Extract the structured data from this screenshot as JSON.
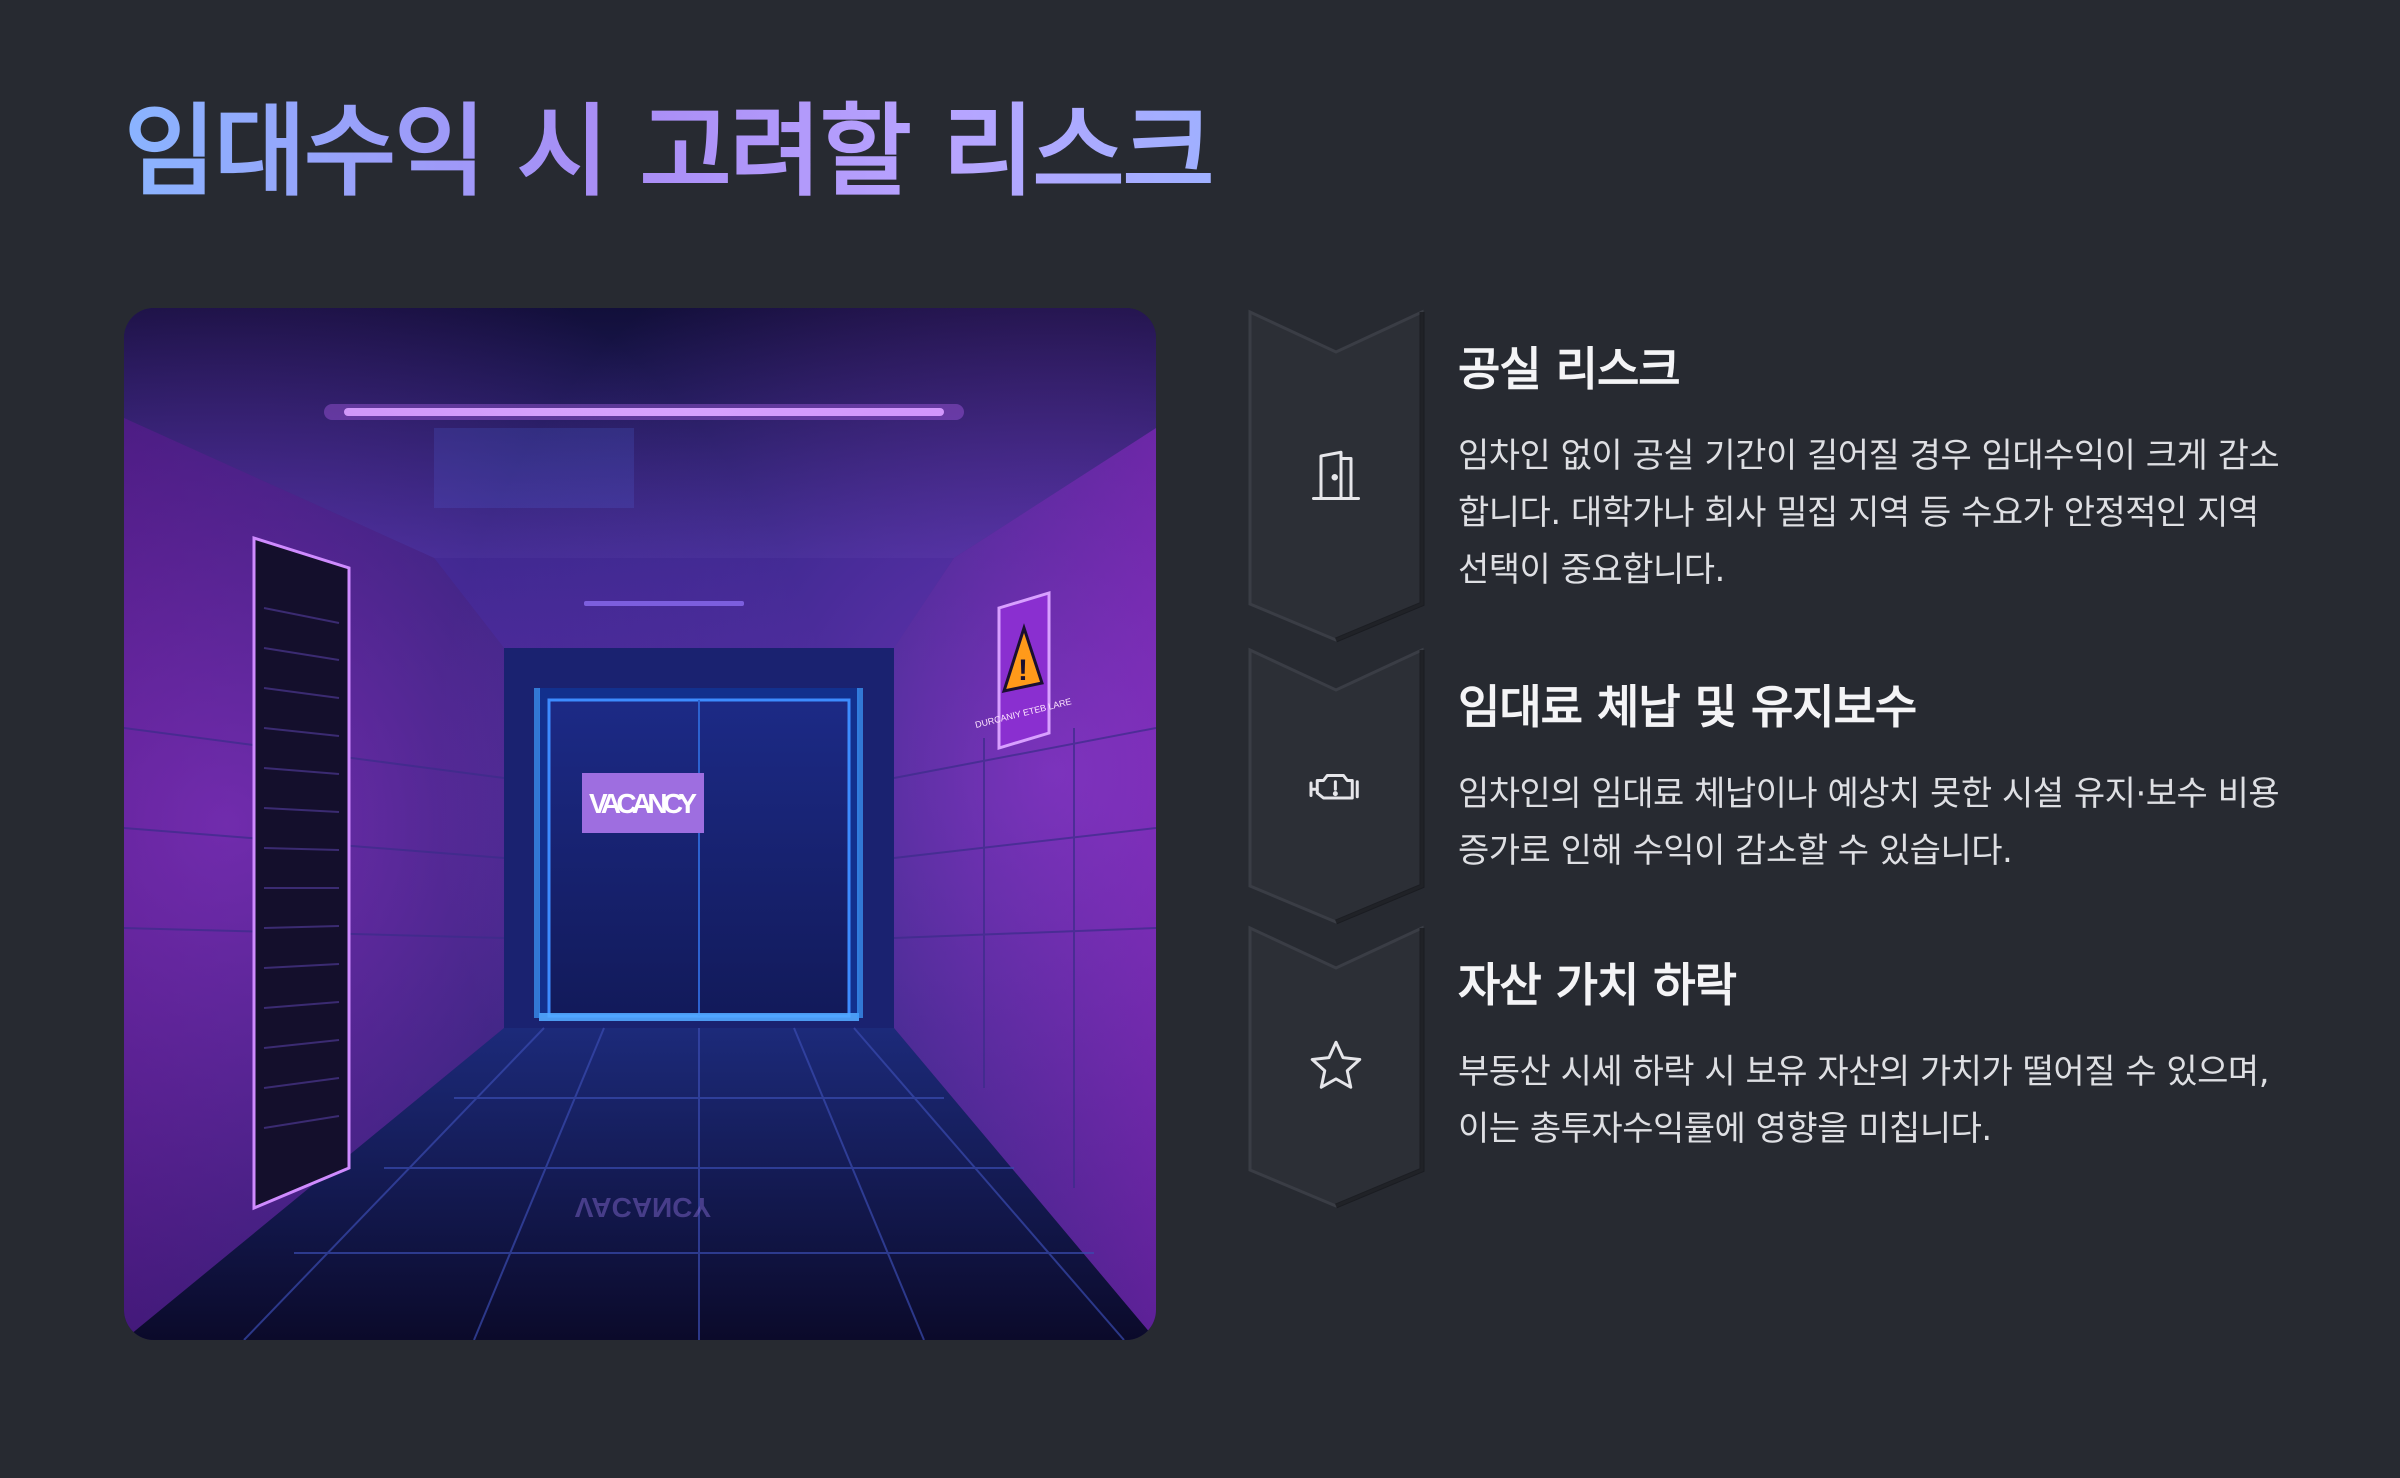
{
  "page": {
    "title": "임대수익 시 고려할 리스크"
  },
  "hero_image": {
    "sign_text": "VACANCY",
    "reflection_text": "VACANCY",
    "warning_sign_text": "DURCANIY ETEB LARE"
  },
  "risks": [
    {
      "icon": "door-icon",
      "title": "공실 리스크",
      "description": "임차인 없이 공실 기간이 길어질 경우 임대수익이 크게 감소합니다. 대학가나 회사 밀집 지역 등 수요가 안정적인 지역 선택이 중요합니다."
    },
    {
      "icon": "engine-warning-icon",
      "title": "임대료 체납 및 유지보수",
      "description": "임차인의 임대료 체납이나 예상치 못한 시설 유지·보수 비용 증가로 인해 수익이 감소할 수 있습니다."
    },
    {
      "icon": "star-icon",
      "title": "자산 가치 하락",
      "description": "부동산 시세 하락 시 보유 자산의 가치가 떨어질 수 있으며, 이는 총투자수익률에 영향을 미칩니다."
    }
  ],
  "colors": {
    "background": "#272a31",
    "title_gradient_start": "#8ab4ff",
    "title_gradient_end": "#b8a4ff",
    "chevron_fill": "#2c2f36",
    "text": "#dedfe3"
  }
}
